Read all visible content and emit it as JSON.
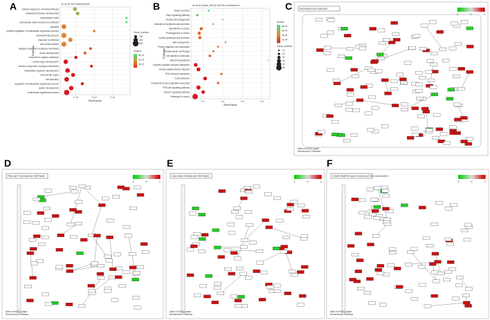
{
  "panel_labels": [
    "A",
    "B",
    "C",
    "D",
    "E",
    "F"
  ],
  "chart_data": [
    {
      "type": "scatter",
      "title": "A-vs-B GO enrichment",
      "xlabel": "RichFactor",
      "ylabel": "Pathway",
      "xlim": [
        0.083,
        0.159
      ],
      "xticks": [
        "0.10",
        "0.12",
        "0.14"
      ],
      "xtick_values": [
        0.1,
        0.12,
        0.14
      ],
      "grid": true,
      "legend_position": "right",
      "size_legend": {
        "title": "Gene_number",
        "values": [
          200,
          400,
          600
        ]
      },
      "color_legend": {
        "title": "Qvalue",
        "labels": [
          "6e-13",
          "4e-13",
          "2e-13"
        ],
        "low_color": "#d7191c",
        "high_color": "#4ddf7a"
      },
      "categories": [
        "cellular response to chemical stimulus",
        "anatomical structure development",
        "extracellular matrix",
        "extracellular matrix structural constituent",
        "signaling",
        "positive regulation of multicellular organismal process",
        "developmental process",
        "response to chemical",
        "cell communication",
        "integral component of plasma membrane",
        "tissue development",
        "response to organic substance",
        "animal organ development",
        "intrinsic component of plasma membrane",
        "multicellular organism development",
        "extracellular region",
        "cell periphery",
        "regulation of multicellular organismal process",
        "system development",
        "multicellular organismal process"
      ],
      "x": [
        0.099,
        0.102,
        0.155,
        0.155,
        0.087,
        0.12,
        0.087,
        0.094,
        0.087,
        0.116,
        0.11,
        0.1,
        0.089,
        0.117,
        0.091,
        0.097,
        0.09,
        0.107,
        0.095,
        0.09
      ],
      "gene_number": [
        300,
        280,
        60,
        60,
        450,
        120,
        480,
        380,
        470,
        150,
        180,
        220,
        400,
        160,
        420,
        330,
        440,
        200,
        400,
        520
      ],
      "qvalue": [
        6e-13,
        6e-13,
        9e-13,
        9e-13,
        4e-13,
        4e-13,
        4e-13,
        4e-13,
        4e-13,
        3e-13,
        3e-13,
        2e-13,
        2e-13,
        2e-13,
        2e-13,
        2e-13,
        2e-13,
        2e-13,
        2e-13,
        2e-13
      ]
    },
    {
      "type": "scatter",
      "title": "A-vs-B (total_DEG) KEGG enrichment",
      "xlabel": "RichFactor",
      "ylabel": "Pathway",
      "xlim": [
        0.038,
        0.44
      ],
      "xticks": [
        "0.1",
        "0.2",
        "0.3",
        "0.4"
      ],
      "xtick_values": [
        0.1,
        0.2,
        0.3,
        0.4
      ],
      "grid": true,
      "legend_position": "right",
      "color_legend": {
        "title": "Qvalue",
        "labels": [
          "8e-04",
          "6e-04",
          "4e-04",
          "2e-04"
        ],
        "low_color": "#d7191c",
        "high_color": "#4ddf7a"
      },
      "size_legend": {
        "title": "Gene_number",
        "values": [
          10,
          20,
          30,
          40,
          50,
          60
        ]
      },
      "categories": [
        "Insulin secretion",
        "Rap1 signaling pathway",
        "Ovarian steroidogenesis",
        "Aldosterone synthesis and secretion",
        "MicroRNAs in cancer",
        "Proteoglycans in cancer",
        "Cortisol synthesis and secretion",
        "ABC transporters",
        "Protein digestion and absorption",
        "Hematopoietic cell lineage",
        "Cell adhesion molecules",
        "Steroid biosynthesis",
        "Cytokine-cytokine receptor interaction",
        "Human papillomavirus infection",
        "ECM-receptor interaction",
        "Focal adhesion",
        "Complement and coagulation cascades",
        "PI3K-Akt signaling pathway",
        "Calcium signaling pathway",
        "Pathways in cancer"
      ],
      "x": [
        0.128,
        0.07,
        0.2,
        0.152,
        0.09,
        0.08,
        0.083,
        0.214,
        0.176,
        0.152,
        0.134,
        0.43,
        0.062,
        0.076,
        0.193,
        0.11,
        0.176,
        0.076,
        0.1,
        0.059
      ],
      "gene_number": [
        15,
        22,
        8,
        12,
        30,
        32,
        30,
        10,
        14,
        16,
        22,
        4,
        38,
        40,
        18,
        38,
        20,
        44,
        36,
        60
      ],
      "qvalue": [
        0.0008,
        0.0006,
        0.0005,
        0.0004,
        0.0002,
        0.0002,
        0.0002,
        0.0002,
        0.0002,
        0.0002,
        0.0002,
        0.0004,
        0.0001,
        0.0001,
        0.0002,
        0.0001,
        0.0002,
        0.0001,
        0.0001,
        0.0001
      ]
    }
  ],
  "pathways": [
    {
      "panel": "C",
      "title": "PATHWAYS IN CANCER"
    },
    {
      "panel": "D",
      "title": "PI3K-AKT SIGNALING PATHWAY"
    },
    {
      "panel": "E",
      "title": "CALCIUM SIGNALING PATHWAY"
    },
    {
      "panel": "F",
      "title": "COMPLEMENT AND COAGULATION CASCADES"
    }
  ],
  "scale_legend": {
    "ticks": [
      "-1",
      "0",
      "1"
    ],
    "low_color": "#00cc00",
    "mid_color": "#dddddd",
    "high_color": "#cc0000"
  },
  "footer": {
    "line1": "Data on KEGG graph",
    "line2": "Rendered by Pathview"
  }
}
